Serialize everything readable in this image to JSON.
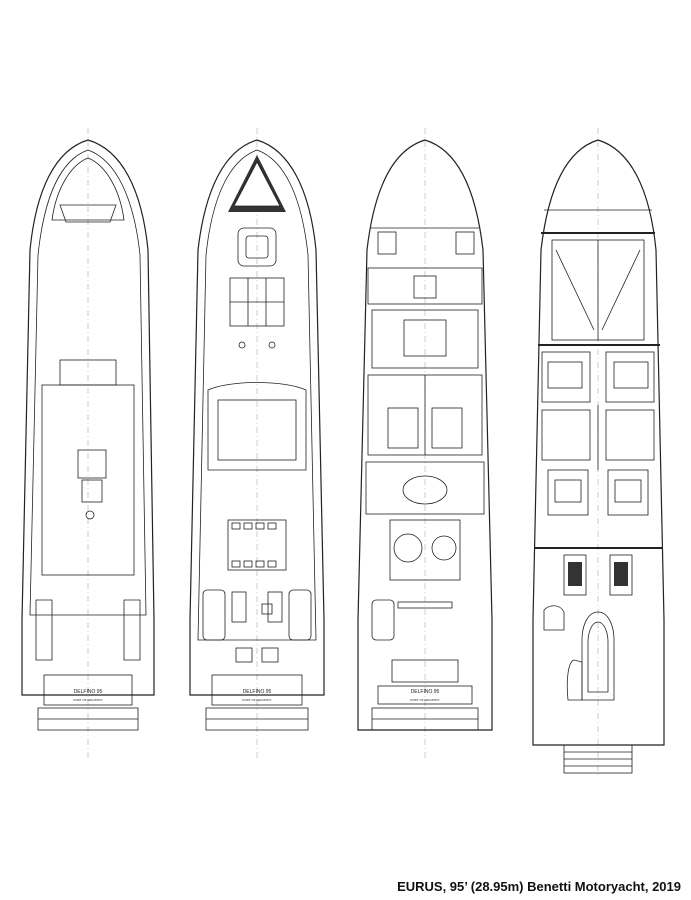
{
  "caption": "EURUS, 95’ (28.95m) Benetti Motoryacht, 2019",
  "decks": [
    {
      "id": "sundeck",
      "transom_label": "DELFINO 95",
      "port_label": "PORT OF REGISTRY"
    },
    {
      "id": "upperdeck",
      "transom_label": "DELFINO 95",
      "port_label": "PORT OF REGISTRY"
    },
    {
      "id": "maindeck",
      "transom_label": "DELFINO 95",
      "port_label": "PORT OF REGISTRY"
    },
    {
      "id": "lowerdeck",
      "transom_label": "",
      "port_label": ""
    }
  ],
  "colors": {
    "line": "#222222",
    "grid": "#9a9a9a",
    "fill_dark": "#333333",
    "background": "#ffffff"
  }
}
